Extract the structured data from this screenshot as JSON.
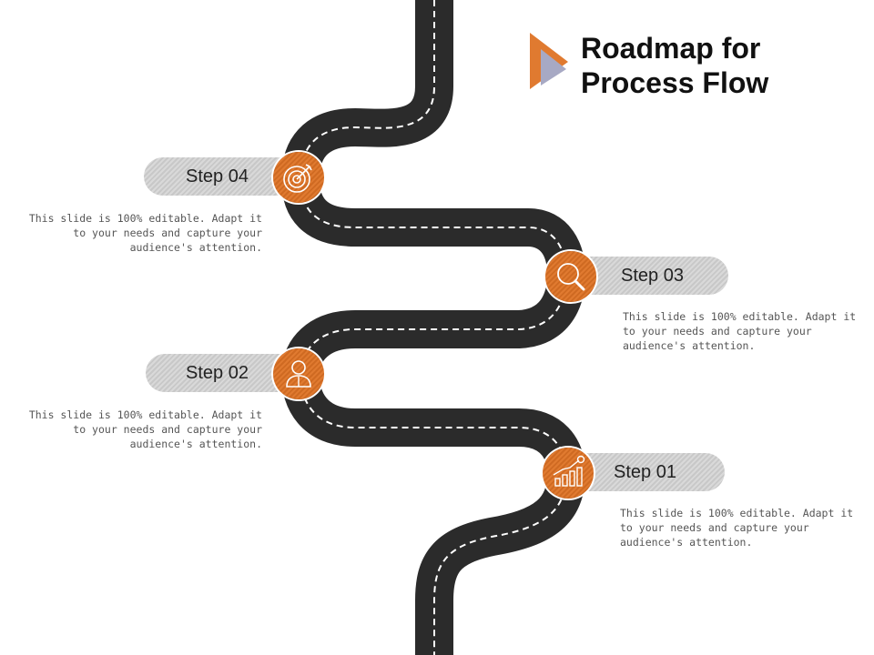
{
  "title": "Roadmap for Process Flow",
  "colors": {
    "road": "#2b2b2b",
    "lane_marking": "#ffffff",
    "accent_orange": "#e07a30",
    "accent_gray": "#a7a9c4",
    "pill_gray": "#d0d0d0"
  },
  "steps": [
    {
      "label": "Step 04",
      "icon": "target-icon",
      "description": "This slide is 100% editable. Adapt it to your needs and capture your audience's attention."
    },
    {
      "label": "Step 03",
      "icon": "magnifier-icon",
      "description": "This slide is 100% editable. Adapt it to your needs and capture your audience's attention."
    },
    {
      "label": "Step 02",
      "icon": "person-icon",
      "description": "This slide is 100% editable. Adapt it to your needs and capture your audience's attention."
    },
    {
      "label": "Step 01",
      "icon": "growth-chart-icon",
      "description": "This slide is 100% editable. Adapt it to your needs and capture your audience's attention."
    }
  ]
}
